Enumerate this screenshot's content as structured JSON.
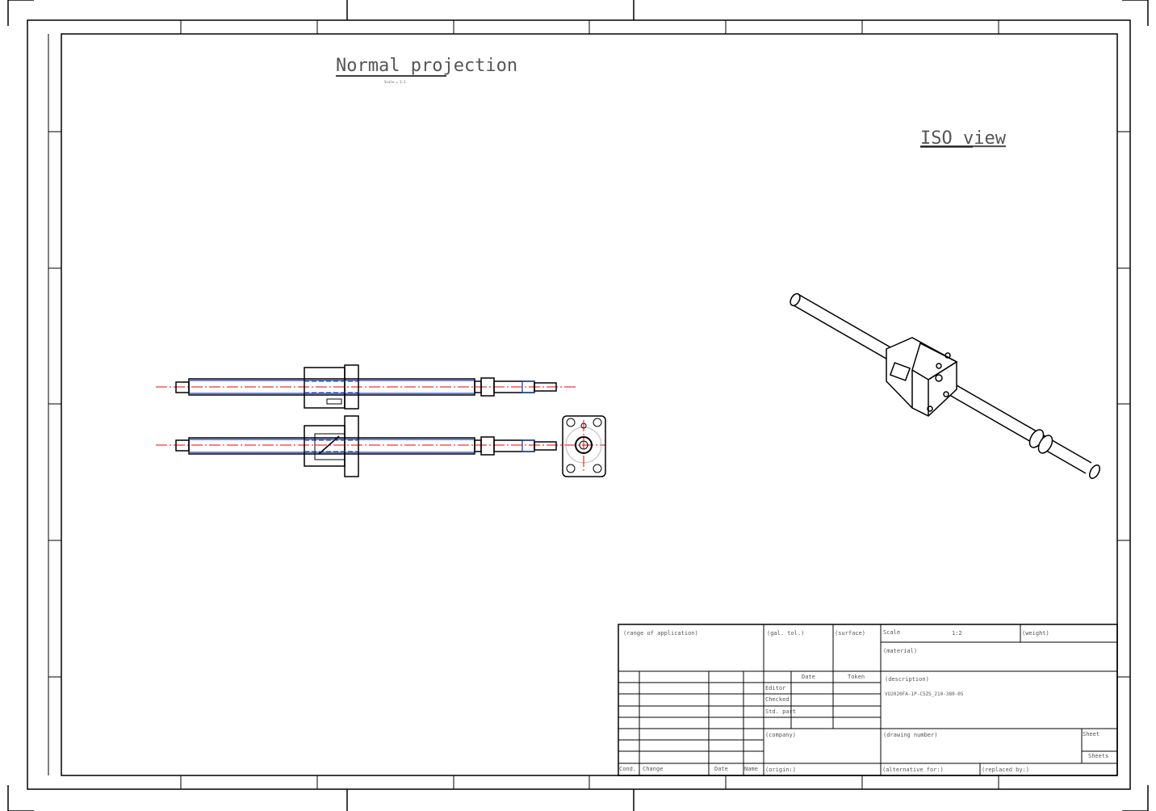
{
  "views": {
    "normal_title": "Normal projection",
    "normal_scale": "Scale = 1:2",
    "iso_title": "ISO view"
  },
  "title_block": {
    "range": "(range of application)",
    "tol": "(gal. tol.)",
    "surface": "(surface)",
    "scale_label": "Scale",
    "scale_value": "1:2",
    "weight": "(weight)",
    "material": "(material)",
    "date_header": "Date",
    "token_header": "Token",
    "editor": "Editor",
    "checked": "Checked",
    "std_part": "Std. part",
    "description_label": "(description)",
    "description": "VU2020FA-1P-C5ZS_210-380-05",
    "company": "(company)",
    "drawing_number": "(drawing number)",
    "sheet": "Sheet",
    "sheets": "Sheets",
    "cond": "Cond.",
    "change": "Change",
    "date": "Date",
    "name": "Name",
    "origin": "(origin:)",
    "alternative": "(alternative for:)",
    "replaced": "(replaced by:)"
  },
  "colors": {
    "centerline": "#e00000",
    "hidden": "#1a3fb0",
    "frame": "#000000"
  }
}
